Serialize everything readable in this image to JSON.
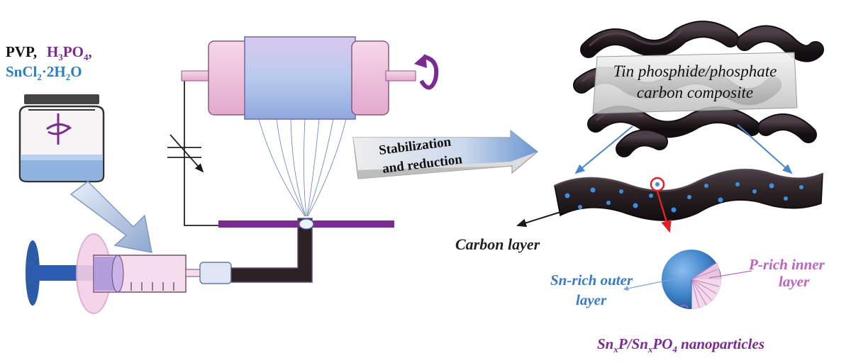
{
  "precursor": {
    "pvp": "PVP,",
    "h3po4": {
      "base": "H",
      "sub1": "3",
      "mid": "PO",
      "sub2": "4",
      "tail": ","
    },
    "sncl2": {
      "base": "SnCl",
      "sub1": "2",
      "tail": "·2H",
      "sub2": "2",
      "end": "O"
    }
  },
  "step_arrow_label": {
    "line1": "Stabilization",
    "line2": "and reduction"
  },
  "composite_label": {
    "line1": "Tin phosphide/phosphate",
    "line2": "carbon composite"
  },
  "carbon_layer_label": "Carbon layer",
  "sn_rich_label": {
    "line1": "Sn-rich outer",
    "line2": "layer"
  },
  "p_rich_label": {
    "line1": "P-rich inner",
    "line2": "layer"
  },
  "nanoparticle_label": {
    "a": "Sn",
    "a_sub": "x",
    "b": "P/Sn",
    "b_sub": "x",
    "c": "PO",
    "c_sub": "4",
    "d": " nanoparticles"
  },
  "colors": {
    "black": "#1a1a1a",
    "purple": "#7b2a8f",
    "blue": "#2a7fc1",
    "pink_text": "#c060c0",
    "fiber": "#2b2226",
    "drum_pink": "#f1c6df",
    "drum_blue": "#b6c9ea",
    "sphere_blue": "#3f84c8"
  }
}
